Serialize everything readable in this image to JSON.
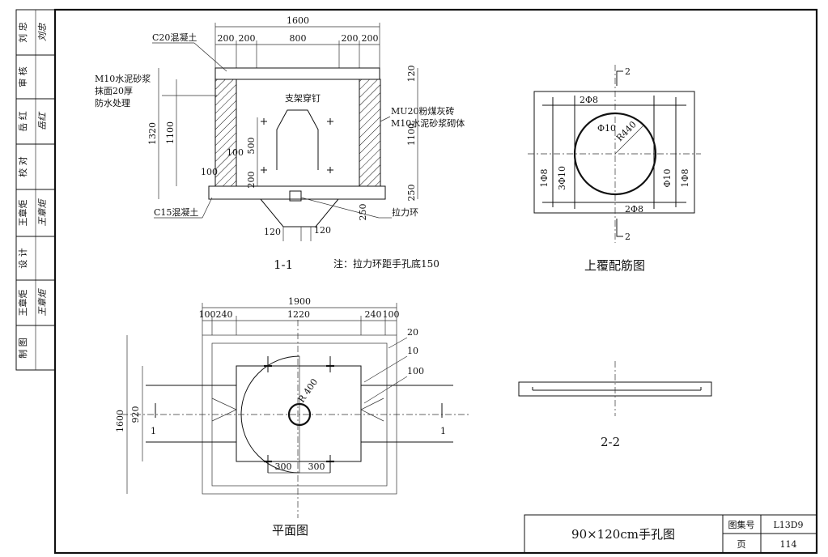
{
  "sidebar": {
    "cells": [
      {
        "role": "刘 忠",
        "signature": "刘忠"
      },
      {
        "role": "审 核",
        "signature": ""
      },
      {
        "role": "岳 红",
        "signature": "岳红"
      },
      {
        "role": "校 对",
        "signature": ""
      },
      {
        "role": "王章炬",
        "signature": "王章炬"
      },
      {
        "role": "设 计",
        "signature": ""
      },
      {
        "role": "王章炬",
        "signature": "王章炬"
      },
      {
        "role": "制 图",
        "signature": ""
      }
    ]
  },
  "section11": {
    "dims_top": {
      "total": "1600",
      "a": "200",
      "b": "200",
      "c": "800",
      "d": "200",
      "e": "200"
    },
    "labels": {
      "c20": "C20混凝土",
      "m10_1": "M10水泥砂浆",
      "m10_2": "抹面20厚",
      "m10_3": "防水处理",
      "bracket": "支架穿钉",
      "mu20_1": "MU20粉煤灰砖",
      "mu20_2": "M10水泥砂浆砌体",
      "c15": "C15混凝土",
      "ring": "拉力环"
    },
    "dims_left": {
      "total": "1320",
      "inner": "1100",
      "d500": "500",
      "d200": "200",
      "d100a": "100",
      "d100b": "100"
    },
    "dims_right": {
      "top": "120",
      "mid": "1100",
      "bot": "250"
    },
    "dims_bottom": {
      "pit": "250",
      "a": "120",
      "b": "120"
    },
    "title": "1-1",
    "note": "注：拉力环距手孔底150"
  },
  "cover": {
    "labels": {
      "top": "2Φ8",
      "bottom": "2Φ8",
      "phi10": "Φ10",
      "r440": "R440",
      "left1": "1Φ8",
      "left2": "3Φ10",
      "right1": "Φ10",
      "right2": "1Φ8"
    },
    "section_mark": "2",
    "title": "上覆配筋图"
  },
  "plan": {
    "dims_top": {
      "total": "1900",
      "a": "100",
      "b": "240",
      "c": "1220",
      "d": "240",
      "e": "100"
    },
    "dims_left": {
      "total": "1600",
      "inner": "920"
    },
    "dims_right": {
      "a": "20",
      "b": "10",
      "c": "100"
    },
    "dims_bottom": {
      "a": "300",
      "b": "300"
    },
    "radius": "R 400",
    "section_mark": "1",
    "title": "平面图"
  },
  "section22": {
    "title": "2-2"
  },
  "title_block": {
    "drawing_title": "90×120cm手孔图",
    "atlas_label": "图集号",
    "atlas_no": "L13D9",
    "page_label": "页",
    "page_no": "114"
  }
}
